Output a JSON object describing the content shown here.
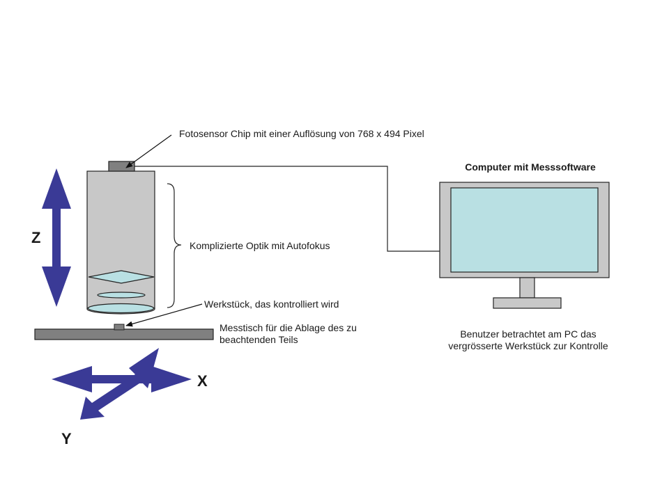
{
  "labels": {
    "sensor": "Fotosensor Chip mit einer Auflösung von 768 x 494 Pixel",
    "computer_title": "Computer mit Messsoftware",
    "optics": "Komplizierte Optik mit Autofokus",
    "workpiece": "Werkstück, das kontrolliert wird",
    "table_line1": "Messtisch für die Ablage des zu",
    "table_line2": "beachtenden Teils",
    "user_line1": "Benutzer betrachtet am PC das",
    "user_line2": "vergrösserte Werkstück zur Kontrolle"
  },
  "axes": {
    "z": "Z",
    "x": "X",
    "y": "Y"
  },
  "colors": {
    "arrow": "#3a3a96",
    "body": "#c8c8c8",
    "sensor": "#808080",
    "table": "#808080",
    "lens": "#b9e0e3",
    "screen": "#b9e0e3",
    "monitor": "#c8c8c8",
    "stroke": "#222222"
  }
}
